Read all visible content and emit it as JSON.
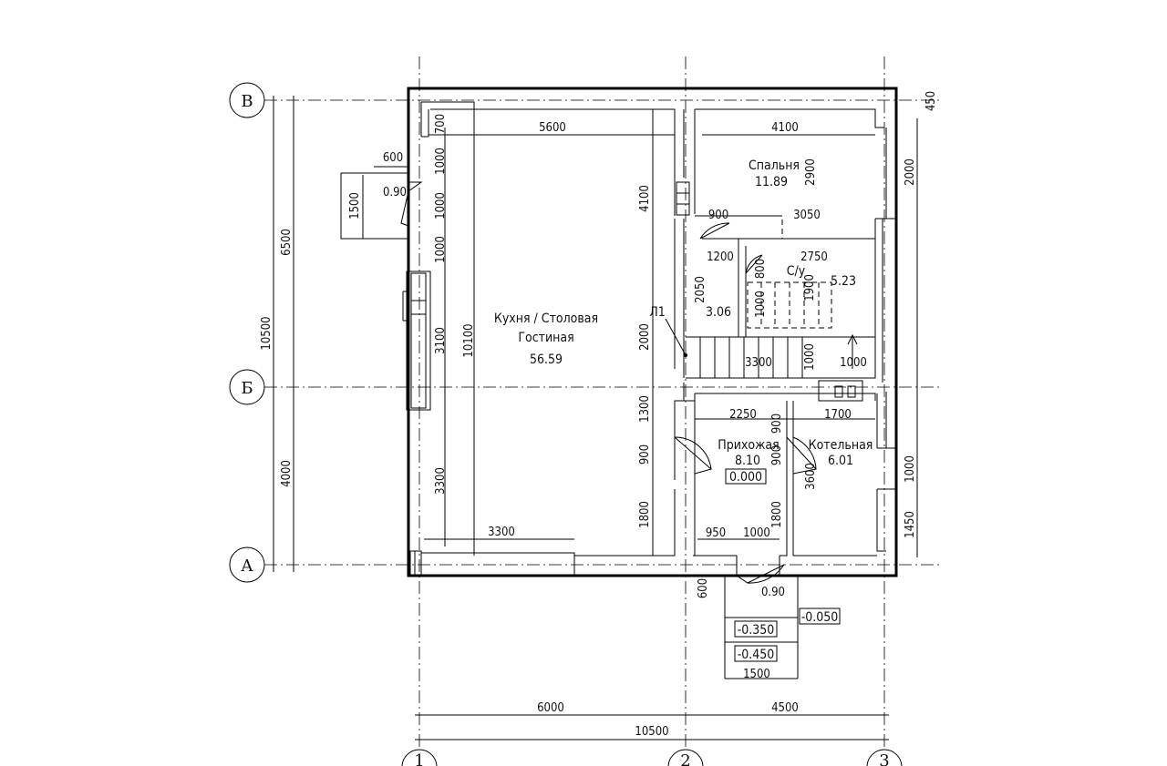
{
  "axes": {
    "b_top": "В",
    "b_mid": "Б",
    "a": "А",
    "n1": "1",
    "n2": "2",
    "n3": "3"
  },
  "rooms": {
    "living": {
      "name1": "Кухня / Столовая",
      "name2": "Гостиная",
      "area": "56.59"
    },
    "bedroom": {
      "name": "Спальня",
      "area": "11.89"
    },
    "bath": {
      "name": "С/у",
      "area": "5.23"
    },
    "stair_area": "3.06",
    "hall": {
      "name": "Прихожая",
      "area": "8.10",
      "level": "0.000"
    },
    "boiler": {
      "name": "Котельная",
      "area": "6.01"
    }
  },
  "stair_label": "Л1",
  "levels": {
    "porch": "-0.050",
    "step1": "-0.350",
    "step2": "-0.450"
  },
  "openings": {
    "left_door": "0.90",
    "entrance_door": "0.90"
  },
  "dims": {
    "d5600": "5600",
    "d4100_top": "4100",
    "d700": "700",
    "d450": "450",
    "d600_l": "600",
    "d0_90": "0.90",
    "d1000_a": "1000",
    "d1000_b": "1000",
    "d1000_c": "1000",
    "d1500_l": "1500",
    "d3100": "3100",
    "d10100": "10100",
    "d3300_v": "3300",
    "d3300_h": "3300",
    "d4100_v": "4100",
    "d2000_v": "2000",
    "d1300": "1300",
    "d900_v": "900",
    "d1800_v": "1800",
    "d2900": "2900",
    "d2000_r": "2000",
    "d900_h": "900",
    "d3050": "3050",
    "d1200": "1200",
    "d2750": "2750",
    "d800": "800",
    "d1900": "1900",
    "d2050": "2050",
    "d1000_s": "1000",
    "d1000_st": "1000",
    "d3300_s": "3300",
    "d1000_s2": "1000",
    "d2250": "2250",
    "d900_h2": "900",
    "d1700": "1700",
    "d900_h3": "900",
    "d3600": "3600",
    "d1000_r": "1000",
    "d1450": "1450",
    "d950": "950",
    "d1000_e": "1000",
    "d1800_e": "1800",
    "d600_e": "600",
    "d1500_b": "1500",
    "d6500": "6500",
    "d10500_v": "10500",
    "d4000": "4000",
    "d6000": "6000",
    "d4500": "4500",
    "d10500_h": "10500"
  }
}
